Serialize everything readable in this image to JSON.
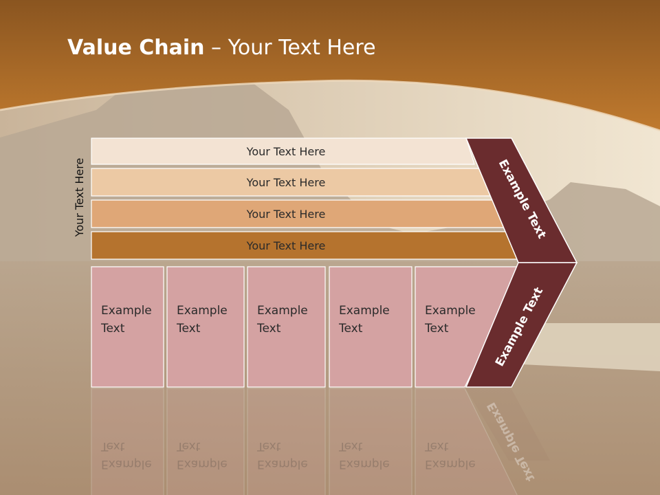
{
  "slide": {
    "title_bold": "Value Chain",
    "title_rest": " – Your Text Here",
    "side_label": "Your Text Here"
  },
  "rows": [
    {
      "label": "Your Text Here",
      "color": "#f3e3d3"
    },
    {
      "label": "Your Text Here",
      "color": "#ecc9a4"
    },
    {
      "label": "Your Text Here",
      "color": "#dfa777"
    },
    {
      "label": "Your Text Here",
      "color": "#b5732e"
    }
  ],
  "columns": [
    {
      "line1": "Example",
      "line2": "Text"
    },
    {
      "line1": "Example",
      "line2": "Text"
    },
    {
      "line1": "Example",
      "line2": "Text"
    },
    {
      "line1": "Example",
      "line2": "Text"
    },
    {
      "line1": "Example",
      "line2": "Text"
    }
  ],
  "chevron": {
    "upper_label": "Example Text",
    "lower_label": "Example Text",
    "color": "#6a2c2e"
  },
  "colors": {
    "header": "#b06a24",
    "cell": "#d4a2a2"
  }
}
